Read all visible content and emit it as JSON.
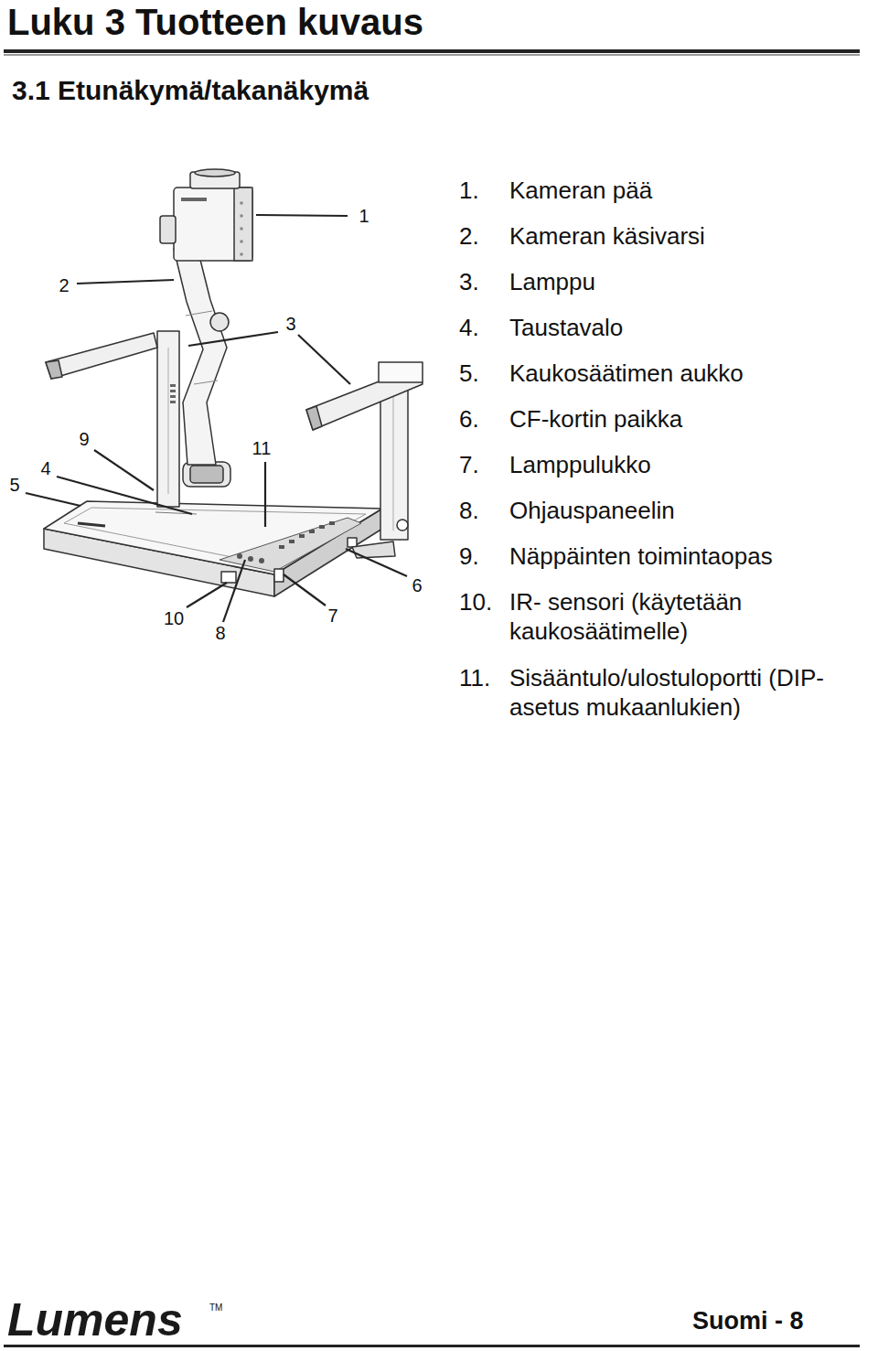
{
  "diagram": {
    "title": "Luku 3 Tuotteen kuvaus",
    "labels": [
      "3.1 Etunäkymä/takanäkymä",
      "1",
      "2",
      "3",
      "4",
      "5",
      "6",
      "7",
      "8",
      "9",
      "10",
      "11",
      "1.",
      "Kameran pää",
      "2.",
      "Kameran käsivarsi",
      "3.",
      "Lamppu",
      "4.",
      "Taustavalo",
      "5.",
      "Kaukosäätimen aukko",
      "6.",
      "CF-kortin paikka",
      "7.",
      "Lamppulukko",
      "8.",
      "Ohjauspaneelin",
      "9.",
      "Näppäinten toimintaopas",
      "10.",
      "IR- sensori (käytetään kaukosäätimelle)",
      "11.",
      "Sisääntulo/ulostuloportti (DIP-asetus mukaanlukien)",
      "Lumens",
      "TM",
      "Suomi - 8"
    ]
  }
}
